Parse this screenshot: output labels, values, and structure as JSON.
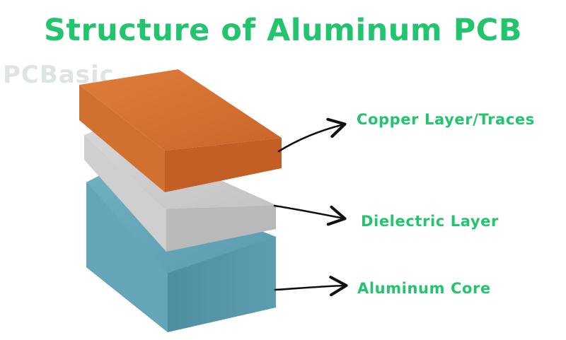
{
  "title": "Structure of Aluminum PCB",
  "watermark": "PCBasic",
  "layers": [
    {
      "label": "Copper Layer/Traces",
      "color": "#d9742f"
    },
    {
      "label": "Dielectric Layer",
      "color": "#c8c8c8"
    },
    {
      "label": "Aluminum Core",
      "color": "#5fa3b4"
    }
  ]
}
